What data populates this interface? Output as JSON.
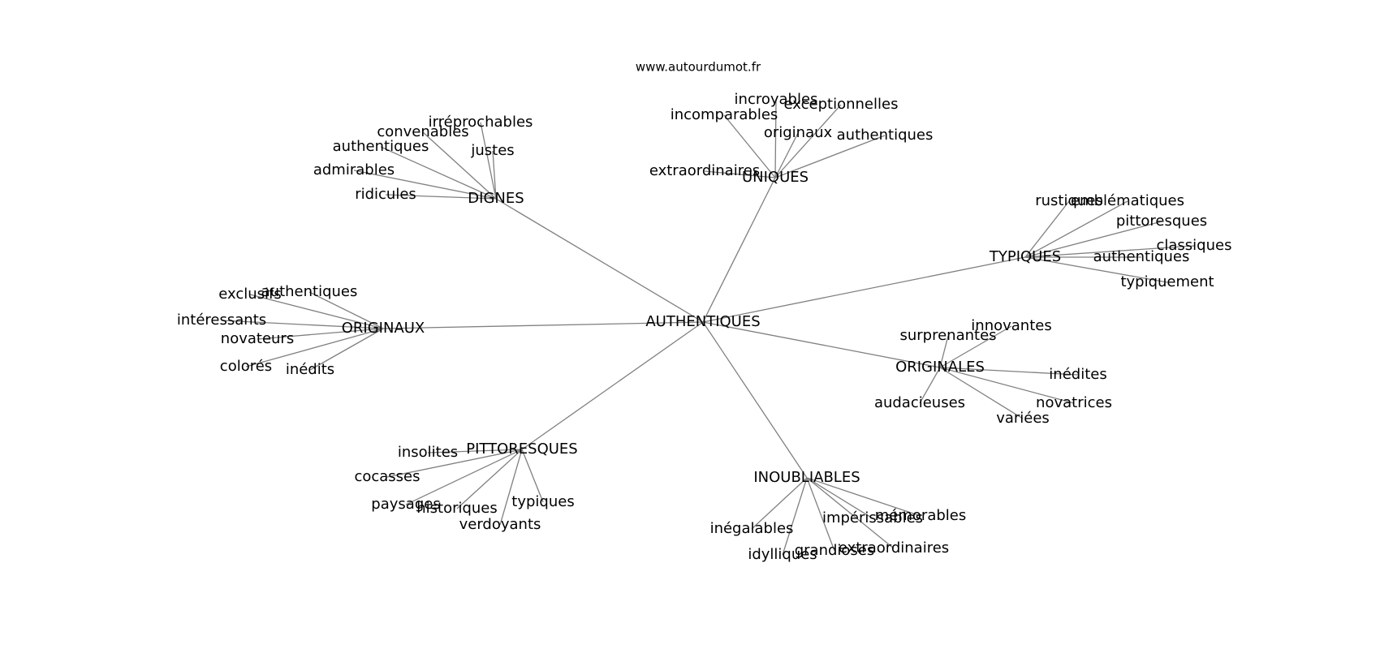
{
  "source": "www.autourdumot.fr",
  "root": "AUTHENTIQUES",
  "clusters": [
    {
      "label": "DIGNES",
      "children": [
        "irréprochables",
        "convenables",
        "justes",
        "authentiques",
        "admirables",
        "ridicules"
      ]
    },
    {
      "label": "UNIQUES",
      "children": [
        "incroyables",
        "exceptionnelles",
        "incomparables",
        "originaux",
        "authentiques",
        "extraordinaires"
      ]
    },
    {
      "label": "TYPIQUES",
      "children": [
        "rustiques",
        "emblématiques",
        "pittoresques",
        "classiques",
        "authentiques",
        "typiquement"
      ]
    },
    {
      "label": "ORIGINAUX",
      "children": [
        "exclusifs",
        "authentiques",
        "intéressants",
        "novateurs",
        "colorés",
        "inédits"
      ]
    },
    {
      "label": "ORIGINALES",
      "children": [
        "innovantes",
        "surprenantes",
        "inédites",
        "novatrices",
        "audacieuses",
        "variées"
      ]
    },
    {
      "label": "PITTORESQUES",
      "children": [
        "insolites",
        "cocasses",
        "paysages",
        "historiques",
        "typiques",
        "verdoyants"
      ]
    },
    {
      "label": "INOUBLIABLES",
      "children": [
        "mémorables",
        "impérissables",
        "inégalables",
        "extraordinaires",
        "grandioses",
        "idylliques"
      ]
    }
  ]
}
